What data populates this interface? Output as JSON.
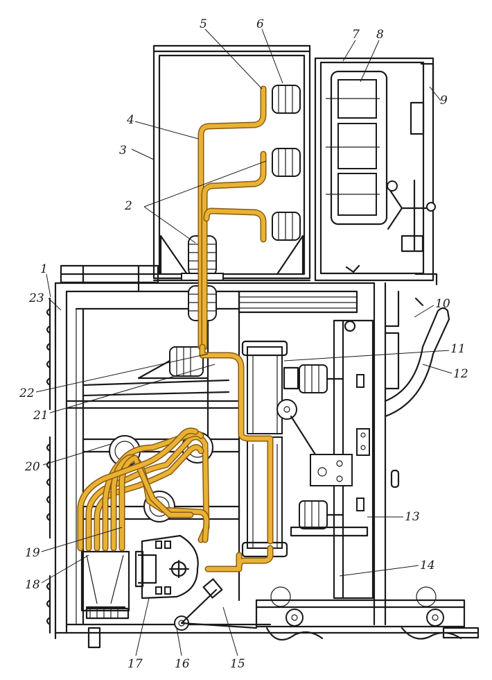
{
  "colors": {
    "busbar": "#e9b233",
    "busbar_edge": "#8a5a12",
    "line": "#1a1a1a",
    "background": "#ffffff"
  },
  "callouts": [
    {
      "id": "1",
      "label": "1"
    },
    {
      "id": "2",
      "label": "2"
    },
    {
      "id": "3",
      "label": "3"
    },
    {
      "id": "4",
      "label": "4"
    },
    {
      "id": "5",
      "label": "5"
    },
    {
      "id": "6",
      "label": "6"
    },
    {
      "id": "7",
      "label": "7"
    },
    {
      "id": "8",
      "label": "8"
    },
    {
      "id": "9",
      "label": "9"
    },
    {
      "id": "10",
      "label": "10"
    },
    {
      "id": "11",
      "label": "11"
    },
    {
      "id": "12",
      "label": "12"
    },
    {
      "id": "13",
      "label": "13"
    },
    {
      "id": "14",
      "label": "14"
    },
    {
      "id": "15",
      "label": "15"
    },
    {
      "id": "16",
      "label": "16"
    },
    {
      "id": "17",
      "label": "17"
    },
    {
      "id": "18",
      "label": "18"
    },
    {
      "id": "19",
      "label": "19"
    },
    {
      "id": "20",
      "label": "20"
    },
    {
      "id": "21",
      "label": "21"
    },
    {
      "id": "22",
      "label": "22"
    },
    {
      "id": "23",
      "label": "23"
    }
  ]
}
